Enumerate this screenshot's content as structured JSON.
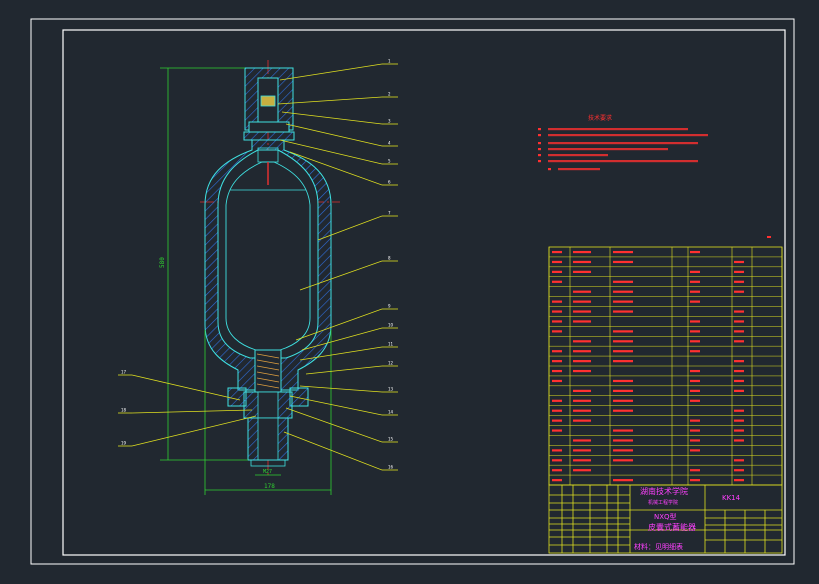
{
  "colors": {
    "background": "#212830",
    "frame": "#ffffff",
    "part_outline": "#3fe0e0",
    "hatch": "#2f6fe0",
    "centerline": "#e03030",
    "dimension": "#30d030",
    "leader": "#e0e020",
    "note_text": "#ff3030",
    "table_grid": "#e0e020",
    "table_text": "#ff3030",
    "table_label": "#ff40ff"
  },
  "notes": {
    "title": "技术要求"
  },
  "bom": {
    "rows": 24,
    "columns": 8
  },
  "title_block": {
    "company": "湖南技术学院",
    "subtitle": "机械工程学院",
    "drawing_code": "KK14",
    "name_line1": "NXQ型",
    "name_line2": "皮囊式蓄能器",
    "material_label": "材料：",
    "material_value": "见明细表"
  },
  "leader_numbers_right": [
    "1",
    "2",
    "3",
    "4",
    "5",
    "6",
    "7",
    "8",
    "9",
    "10",
    "11",
    "12",
    "13",
    "14",
    "15",
    "16"
  ],
  "leader_numbers_left": [
    "17",
    "18",
    "19"
  ],
  "dimensions": {
    "height_label": "580",
    "bottom_width_label": "178",
    "thread_label": "M27"
  }
}
